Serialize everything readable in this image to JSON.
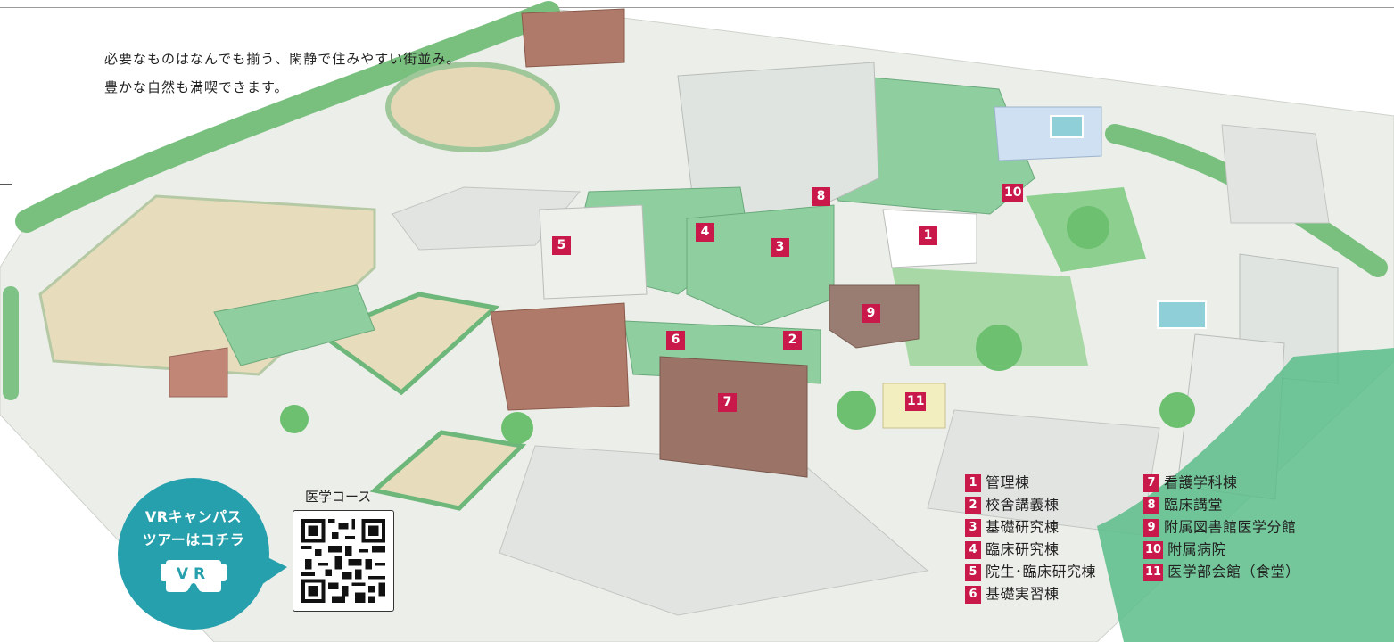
{
  "intro": {
    "line1": "必要なものはなんでも揃う、閑静で住みやすい街並み。",
    "line2": "豊かな自然も満喫できます。"
  },
  "colors": {
    "accent": "#c8194a",
    "vr_badge": "#27a0ad",
    "roof_green": "#8fcf9f",
    "trees": "#5fb96a",
    "field": "#e7dcbc"
  },
  "map": {
    "pins": [
      {
        "num": "1"
      },
      {
        "num": "2"
      },
      {
        "num": "3"
      },
      {
        "num": "4"
      },
      {
        "num": "5"
      },
      {
        "num": "6"
      },
      {
        "num": "7"
      },
      {
        "num": "8"
      },
      {
        "num": "9"
      },
      {
        "num": "10"
      },
      {
        "num": "11"
      }
    ]
  },
  "legend": [
    {
      "num": "1",
      "label": "管理棟"
    },
    {
      "num": "2",
      "label": "校舎講義棟"
    },
    {
      "num": "3",
      "label": "基礎研究棟"
    },
    {
      "num": "4",
      "label": "臨床研究棟"
    },
    {
      "num": "5",
      "label": "院生･臨床研究棟"
    },
    {
      "num": "6",
      "label": "基礎実習棟"
    },
    {
      "num": "7",
      "label": "看護学科棟"
    },
    {
      "num": "8",
      "label": "臨床講堂"
    },
    {
      "num": "9",
      "label": "附属図書館医学分館"
    },
    {
      "num": "10",
      "label": "附属病院"
    },
    {
      "num": "11",
      "label": "医学部会館（食堂）"
    }
  ],
  "vr": {
    "line1": "VRキャンパス",
    "line2": "ツアーはコチラ",
    "goggle_text": "VR",
    "icon": "vr-goggles-icon"
  },
  "qr": {
    "caption": "医学コース",
    "icon": "qr-code-icon"
  }
}
